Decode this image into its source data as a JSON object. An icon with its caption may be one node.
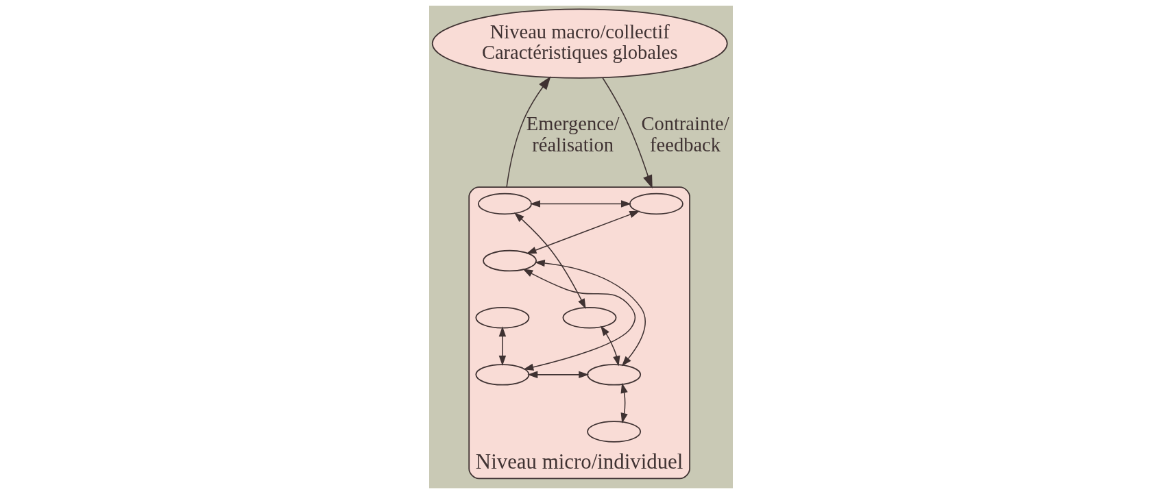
{
  "diagram": {
    "nodes": [
      {
        "text": [
          "Niveau macro/collectif",
          "Caractéristiques globales"
        ]
      },
      {
        "text": [
          "Niveau micro/individuel"
        ]
      },
      {
        "text": [],
        "shape": "ellipse",
        "in": 1
      },
      {
        "text": [],
        "shape": "ellipse",
        "in": 1
      },
      {
        "text": [],
        "shape": "ellipse",
        "in": 1
      },
      {
        "text": [],
        "shape": "ellipse",
        "in": 1
      },
      {
        "text": [],
        "shape": "ellipse",
        "in": 1
      },
      {
        "text": [],
        "shape": "ellipse",
        "in": 1
      },
      {
        "text": [],
        "shape": "ellipse",
        "in": 1
      },
      {
        "text": [],
        "shape": "ellipse",
        "in": 1
      }
    ],
    "edges": [
      {
        "from": 1,
        "to": 0,
        "arrow": "to",
        "label": "Emergence/ réalisation"
      },
      {
        "from": 0,
        "to": 1,
        "arrow": "to",
        "label": "Contrainte/ feedback"
      },
      {
        "from": 2,
        "to": 3,
        "arrow": "both"
      },
      {
        "from": 5,
        "to": 2,
        "arrow": "both"
      },
      {
        "from": 5,
        "to": 7,
        "arrow": "both"
      },
      {
        "from": 7,
        "to": 4,
        "arrow": "both"
      },
      {
        "from": 4,
        "to": 3,
        "arrow": "both"
      },
      {
        "from": 4,
        "to": 8,
        "arrow": "both"
      },
      {
        "from": 7,
        "to": 8,
        "arrow": "both"
      },
      {
        "from": 8,
        "to": 6,
        "arrow": "both"
      },
      {
        "from": 7,
        "to": 9,
        "arrow": "both"
      }
    ]
  }
}
